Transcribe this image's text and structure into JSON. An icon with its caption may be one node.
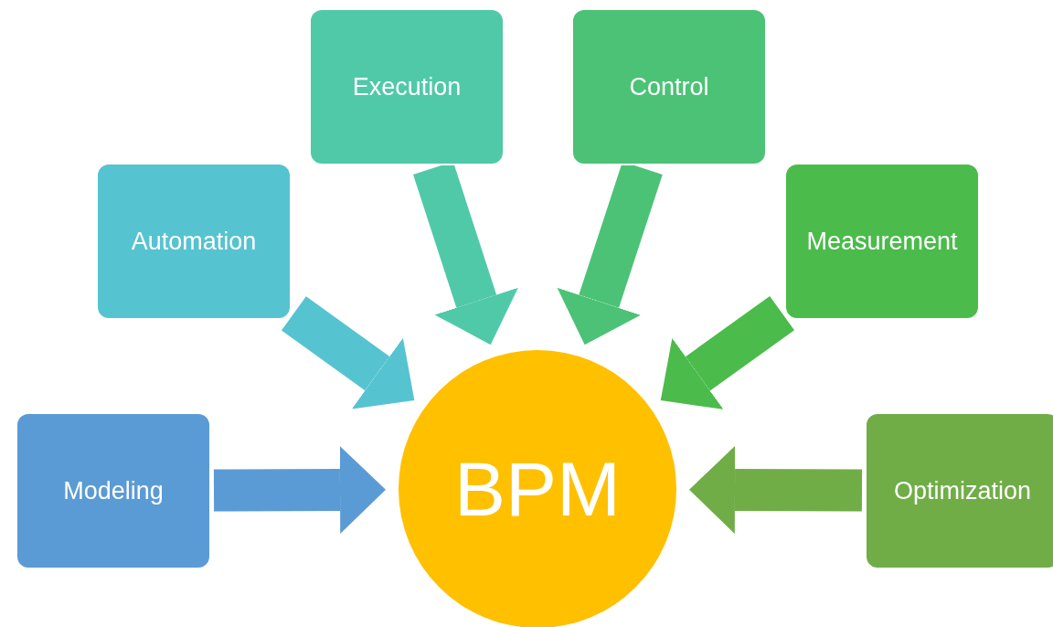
{
  "diagram": {
    "nodes": [
      {
        "text": [
          "Execution"
        ]
      },
      {
        "text": [
          "Control"
        ]
      },
      {
        "text": [
          "Automation"
        ]
      },
      {
        "text": [
          "Measurement"
        ]
      },
      {
        "text": [
          "Modeling"
        ]
      },
      {
        "text": [
          "BPM"
        ]
      },
      {
        "text": [
          "Optimization"
        ]
      }
    ],
    "edges": [
      {
        "from": 0,
        "to": 5,
        "arrow": "to",
        "color": "#50c9a9"
      },
      {
        "from": 1,
        "to": 5,
        "arrow": "to",
        "color": "#4cc276"
      },
      {
        "from": 2,
        "to": 5,
        "arrow": "to",
        "color": "#56c3d0"
      },
      {
        "from": 3,
        "to": 5,
        "arrow": "to",
        "color": "#4bbb4b"
      },
      {
        "from": 4,
        "to": 5,
        "arrow": "to",
        "color": "#5b9bd5"
      },
      {
        "from": 6,
        "to": 5,
        "arrow": "to",
        "color": "#70ad47"
      }
    ]
  }
}
